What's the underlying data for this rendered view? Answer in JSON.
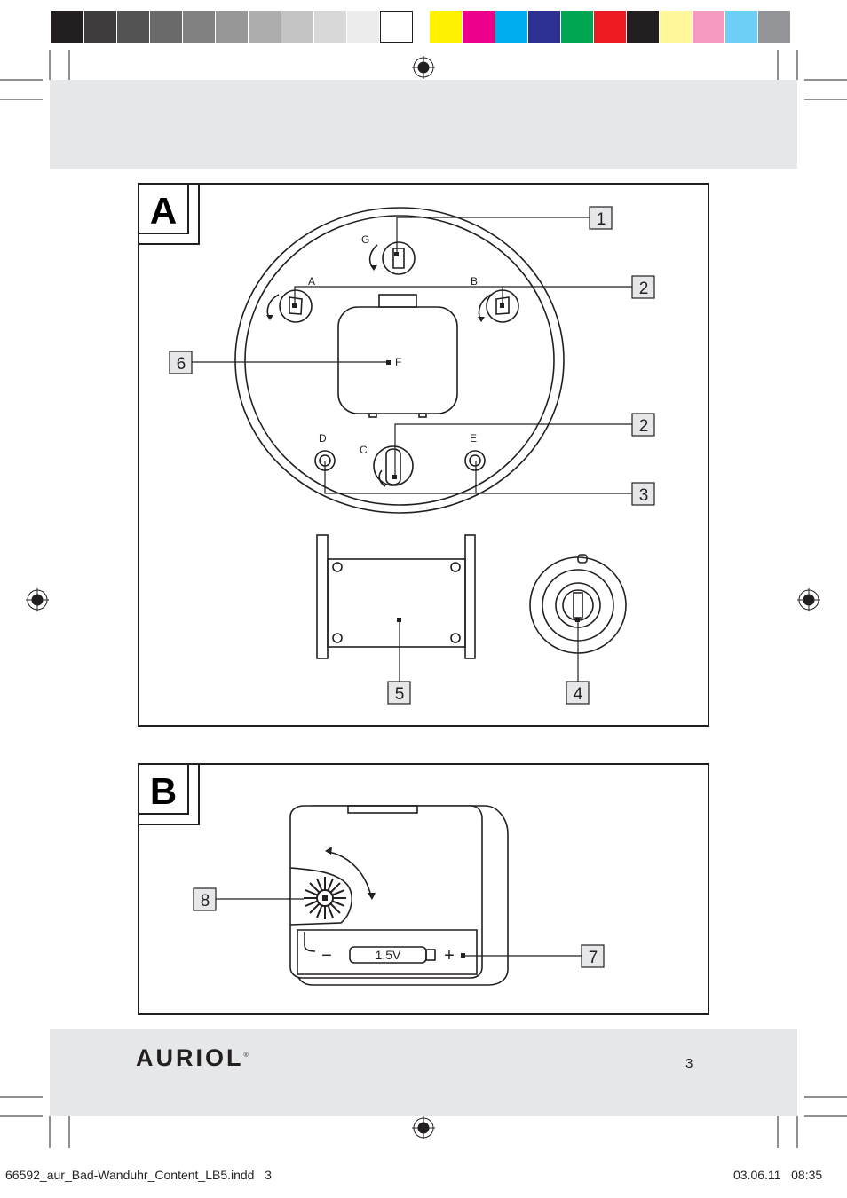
{
  "print_marks": {
    "gray_swatches": [
      "#231f20",
      "#3d3b3c",
      "#545353",
      "#6a6a6a",
      "#818181",
      "#979797",
      "#adadad",
      "#c3c3c3",
      "#d8d8d8",
      "#ececec",
      "#ffffff"
    ],
    "color_swatches": [
      "#fff200",
      "#ec008c",
      "#00aeef",
      "#2e3192",
      "#00a651",
      "#ed1c24",
      "#231f20",
      "#fff799",
      "#f49ac1",
      "#6dcff6",
      "#939598"
    ]
  },
  "panel_a": {
    "tag": "A",
    "callouts": [
      "1",
      "2",
      "6",
      "2",
      "3",
      "5",
      "4"
    ],
    "hole_labels": [
      "G",
      "A",
      "B",
      "F",
      "D",
      "C",
      "E"
    ]
  },
  "panel_b": {
    "tag": "B",
    "callouts": [
      "8",
      "7"
    ],
    "battery_label": "1.5V",
    "minus": "−",
    "plus": "+"
  },
  "footer": {
    "brand": "AURIOL",
    "registered": "®",
    "page_number": "3",
    "slug_file": "66592_aur_Bad-Wanduhr_Content_LB5.indd   3",
    "slug_date": "03.06.11   08:35"
  }
}
